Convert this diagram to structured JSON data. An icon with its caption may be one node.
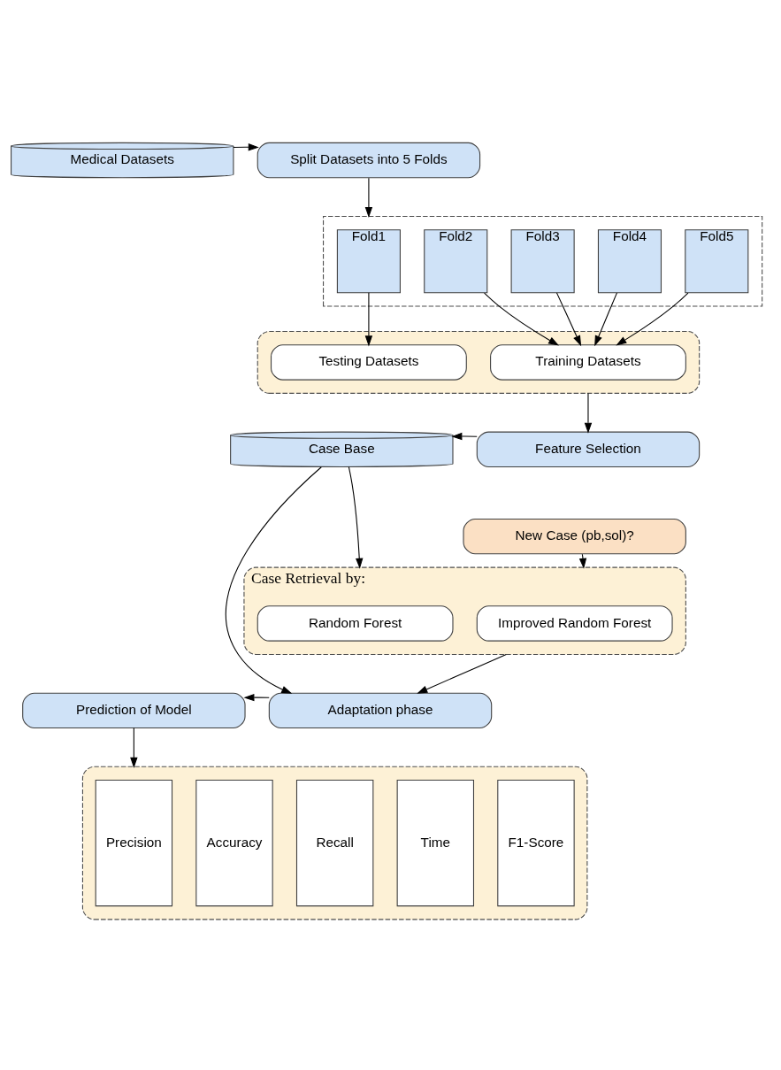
{
  "diagram": {
    "nodes": [
      {
        "text": [
          "Medical Datasets"
        ]
      },
      {
        "text": [
          "Split Datasets into 5 Folds"
        ]
      },
      {
        "text": [],
        "shape": "box"
      },
      {
        "text": [
          "Fold1"
        ],
        "in": 2
      },
      {
        "text": [
          "Fold2"
        ],
        "in": 2
      },
      {
        "text": [
          "Fold3"
        ],
        "in": 2
      },
      {
        "text": [
          "Fold4"
        ],
        "in": 2
      },
      {
        "text": [
          "Fold5"
        ],
        "in": 2
      },
      {
        "text": [],
        "shape": "box"
      },
      {
        "text": [
          "Testing Datasets"
        ],
        "in": 8
      },
      {
        "text": [
          "Training Datasets"
        ],
        "in": 8
      },
      {
        "text": [
          "Case Base"
        ]
      },
      {
        "text": [
          "Feature Selection"
        ]
      },
      {
        "text": [
          "New Case (pb,sol)?"
        ]
      },
      {
        "text": [
          "Case Retrieval by:"
        ]
      },
      {
        "text": [
          "Random Forest"
        ],
        "in": 14
      },
      {
        "text": [
          "Improved Random Forest"
        ],
        "in": 14
      },
      {
        "text": [
          "Adaptation phase"
        ]
      },
      {
        "text": [
          "Prediction of Model"
        ]
      },
      {
        "text": [],
        "shape": "box"
      },
      {
        "text": [
          "Precision"
        ],
        "in": 19
      },
      {
        "text": [
          "Accuracy"
        ],
        "in": 19
      },
      {
        "text": [
          "Recall"
        ],
        "in": 19
      },
      {
        "text": [
          "Time"
        ],
        "in": 19
      },
      {
        "text": [
          "F1-Score"
        ],
        "in": 19
      }
    ],
    "edges": [
      {
        "from": 0,
        "to": 1,
        "arrow": "to"
      },
      {
        "from": 1,
        "to": 2,
        "arrow": "to"
      },
      {
        "from": 3,
        "to": 9,
        "arrow": "to"
      },
      {
        "from": 4,
        "to": 10,
        "arrow": "to"
      },
      {
        "from": 5,
        "to": 10,
        "arrow": "to"
      },
      {
        "from": 6,
        "to": 10,
        "arrow": "to"
      },
      {
        "from": 7,
        "to": 10,
        "arrow": "to"
      },
      {
        "from": 8,
        "to": 12,
        "arrow": "to"
      },
      {
        "from": 12,
        "to": 11,
        "arrow": "to"
      },
      {
        "from": 11,
        "to": 14,
        "arrow": "to"
      },
      {
        "from": 13,
        "to": 14,
        "arrow": "to"
      },
      {
        "from": 11,
        "to": 17,
        "arrow": "to"
      },
      {
        "from": 14,
        "to": 17,
        "arrow": "to"
      },
      {
        "from": 17,
        "to": 18,
        "arrow": "to"
      },
      {
        "from": 18,
        "to": 19,
        "arrow": "to"
      }
    ]
  }
}
